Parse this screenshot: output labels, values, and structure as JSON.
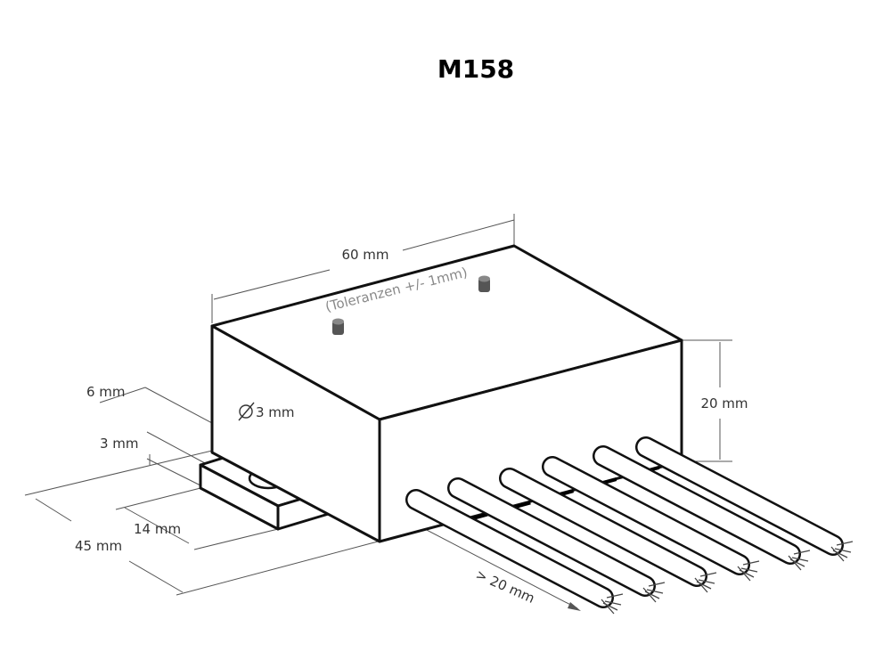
{
  "title": "M158",
  "dimensions": {
    "length": "60 mm",
    "tolerance": "(Toleranzen +/- 1mm)",
    "height": "20 mm",
    "hole_diameter": "3 mm",
    "tab_offset": "6 mm",
    "tab_thickness": "3 mm",
    "tab_length": "14 mm",
    "depth": "45 mm",
    "wire_length": "> 20 mm"
  },
  "icons": {
    "diameter": "diameter-symbol",
    "led": "led-indicator",
    "wire": "stranded-wire"
  },
  "colors": {
    "outline": "#111111",
    "dimension": "#555555",
    "tolerance_text": "#8a8a8a",
    "led": "#555555"
  }
}
